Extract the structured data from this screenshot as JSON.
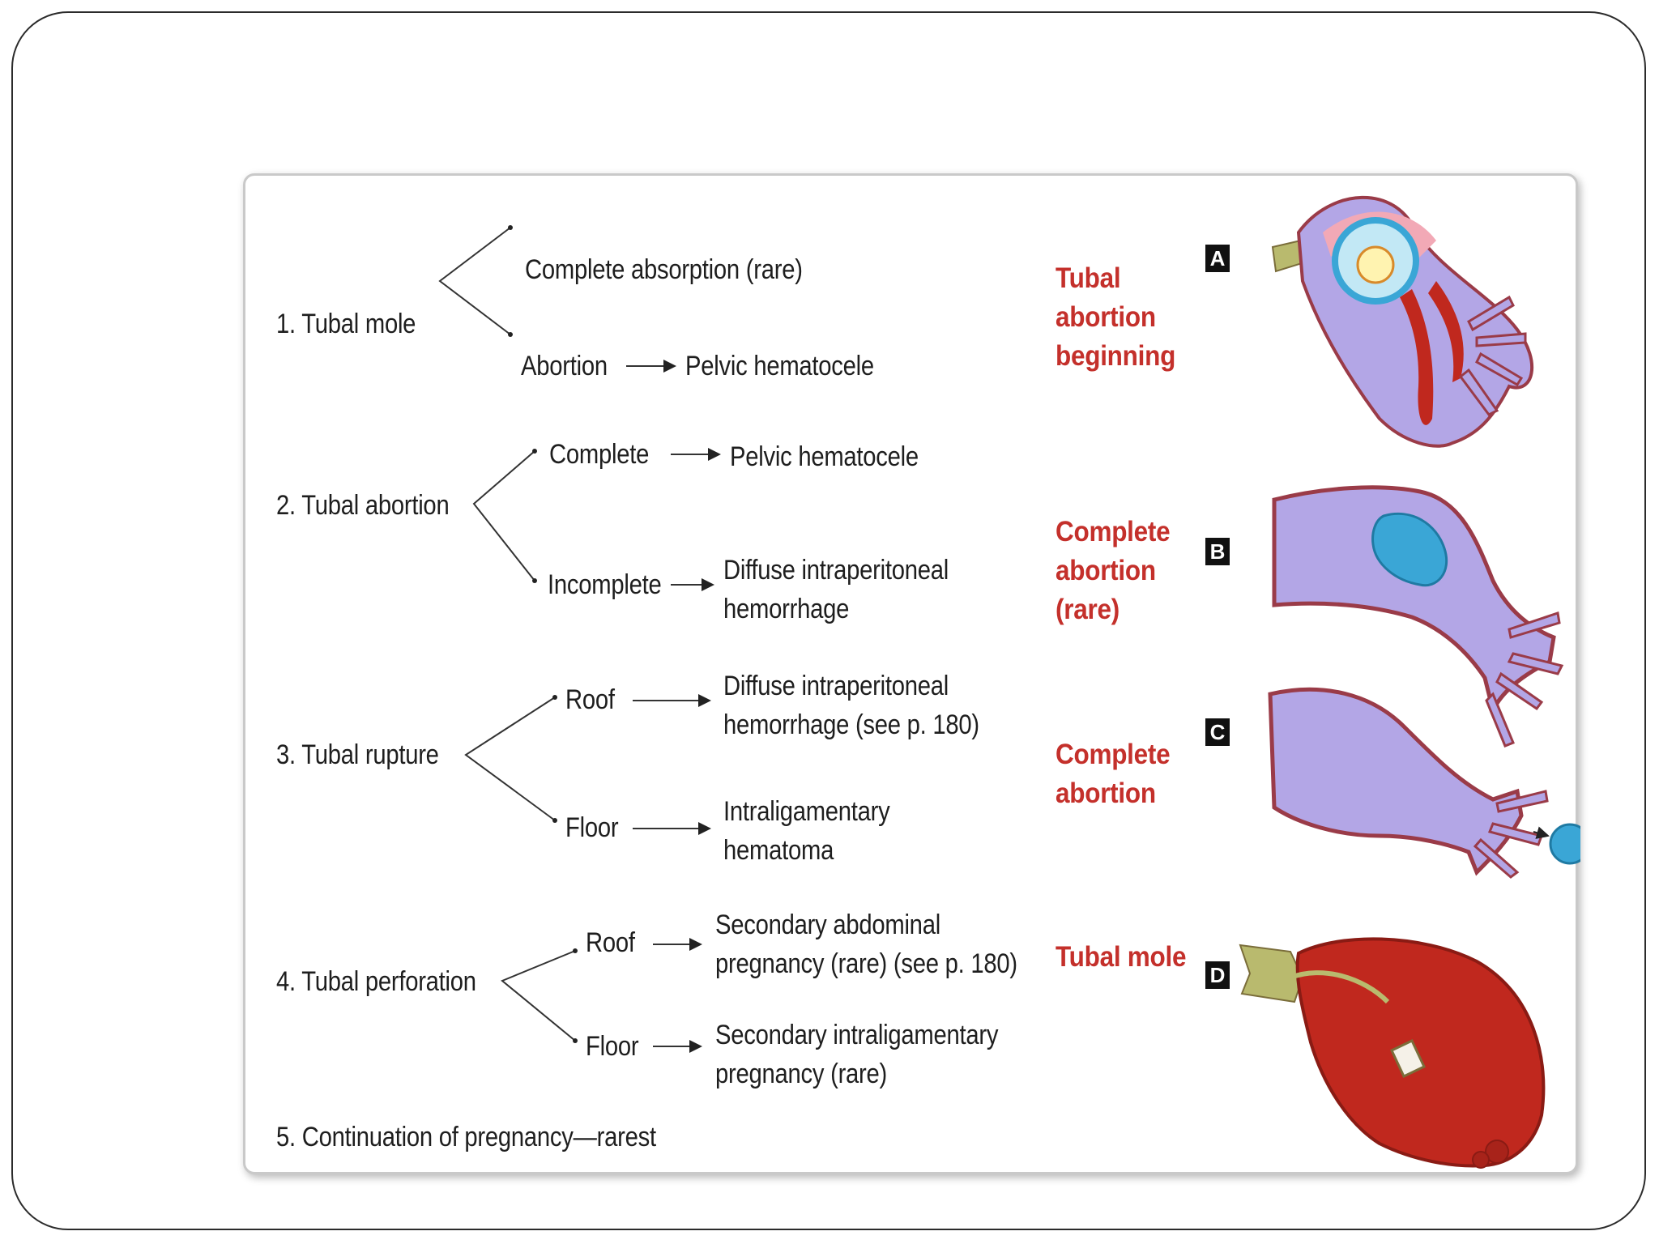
{
  "rows": {
    "r1": {
      "label": "1. Tubal mole",
      "branch_top": "Complete absorption (rare)",
      "branch_bottom": "Abortion",
      "bottom_result": "Pelvic hematocele"
    },
    "r2": {
      "label": "2. Tubal abortion",
      "branch_top": "Complete",
      "top_result": "Pelvic hematocele",
      "branch_bottom": "Incomplete",
      "bottom_result_line1": "Diffuse intraperitoneal",
      "bottom_result_line2": "hemorrhage"
    },
    "r3": {
      "label": "3. Tubal rupture",
      "branch_top": "Roof",
      "top_result_line1": "Diffuse intraperitoneal",
      "top_result_line2": "hemorrhage (see p. 180)",
      "branch_bottom": "Floor",
      "bottom_result_line1": "Intraligamentary",
      "bottom_result_line2": "hematoma"
    },
    "r4": {
      "label": "4. Tubal perforation",
      "branch_top": "Roof",
      "top_result_line1": "Secondary abdominal",
      "top_result_line2": "pregnancy (rare) (see p. 180)",
      "branch_bottom": "Floor",
      "bottom_result_line1": "Secondary intraligamentary",
      "bottom_result_line2": "pregnancy (rare)"
    },
    "r5": {
      "label": "5. Continuation of pregnancy—rarest"
    }
  },
  "panels": {
    "A": {
      "letter": "A",
      "caption_line1": "Tubal",
      "caption_line2": "abortion",
      "caption_line3": "beginning"
    },
    "B": {
      "letter": "B",
      "caption_line1": "Complete",
      "caption_line2": "abortion",
      "caption_line3": "(rare)"
    },
    "C": {
      "letter": "C",
      "caption_line1": "Complete",
      "caption_line2": "abortion"
    },
    "D": {
      "letter": "D",
      "caption_line1": "Tubal mole"
    }
  },
  "colors": {
    "caption_red": "#c4302b",
    "tube_lavender": "#b3a6e6",
    "tube_border": "#9a3b48",
    "blood_red": "#c0281e",
    "embryo_blue": "#3aa6d6",
    "cord_olive": "#b9ba6e"
  },
  "icons": {
    "panel_a": "tubal-abortion-beginning-illustration",
    "panel_b": "complete-abortion-rare-illustration",
    "panel_c": "complete-abortion-illustration",
    "panel_d": "tubal-mole-illustration"
  }
}
